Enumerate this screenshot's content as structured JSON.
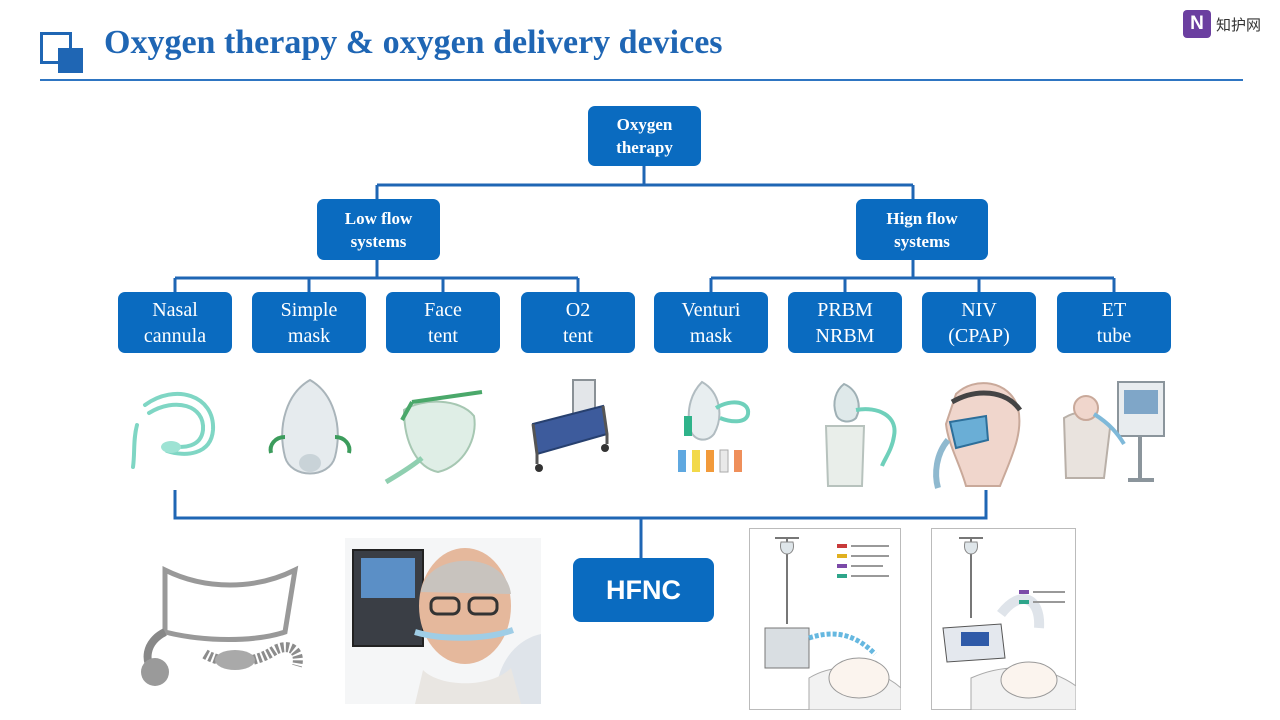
{
  "header": {
    "title": "Oxygen therapy & oxygen delivery devices",
    "logo_mark": "N",
    "logo_text": "知护网"
  },
  "tree": {
    "root": [
      "Oxygen",
      "therapy"
    ],
    "low_flow": [
      "Low flow",
      "systems"
    ],
    "high_flow": [
      "Hign flow",
      "systems"
    ],
    "devices": [
      [
        "Nasal",
        "cannula"
      ],
      [
        "Simple",
        "mask"
      ],
      [
        "Face",
        "tent"
      ],
      [
        "O2",
        "tent"
      ],
      [
        "Venturi",
        "mask"
      ],
      [
        "PRBM",
        "NRBM"
      ],
      [
        "NIV",
        "(CPAP)"
      ],
      [
        "ET",
        "tube"
      ]
    ],
    "hfnc": "HFNC"
  },
  "colors": {
    "accent": "#0a6bc0",
    "title": "#1f66b4",
    "connector": "#1f66b4"
  }
}
